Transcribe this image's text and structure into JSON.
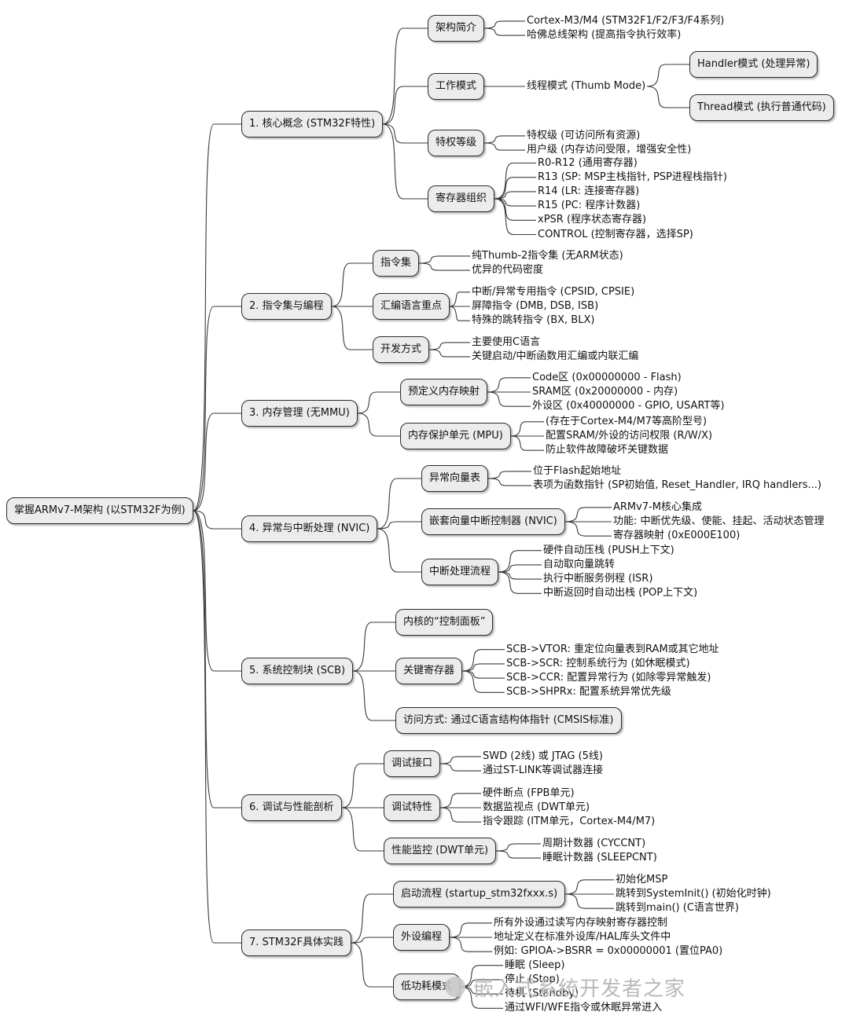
{
  "root": "掌握ARMv7-M架构 (以STM32F为例)",
  "sections": [
    {
      "label": "1. 核心概念 (STM32F特性)",
      "children": [
        {
          "label": "架构简介",
          "children": [
            {
              "label": "Cortex-M3/M4 (STM32F1/F2/F3/F4系列)"
            },
            {
              "label": "哈佛总线架构 (提高指令执行效率)"
            }
          ]
        },
        {
          "label": "工作模式",
          "children": [
            {
              "label": "线程模式 (Thumb Mode)",
              "children": [
                {
                  "label": "Handler模式 (处理异常)",
                  "boxed": true
                },
                {
                  "label": "Thread模式 (执行普通代码)",
                  "boxed": true
                }
              ]
            }
          ]
        },
        {
          "label": "特权等级",
          "children": [
            {
              "label": "特权级 (可访问所有资源)"
            },
            {
              "label": "用户级 (内存访问受限，增强安全性)"
            }
          ]
        },
        {
          "label": "寄存器组织",
          "children": [
            {
              "label": "R0-R12 (通用寄存器)"
            },
            {
              "label": "R13 (SP: MSP主栈指针, PSP进程栈指针)"
            },
            {
              "label": "R14 (LR: 连接寄存器)"
            },
            {
              "label": "R15 (PC: 程序计数器)"
            },
            {
              "label": "xPSR (程序状态寄存器)"
            },
            {
              "label": "CONTROL (控制寄存器，选择SP)"
            }
          ]
        }
      ]
    },
    {
      "label": "2. 指令集与编程",
      "children": [
        {
          "label": "指令集",
          "children": [
            {
              "label": "纯Thumb-2指令集 (无ARM状态)"
            },
            {
              "label": "优异的代码密度"
            }
          ]
        },
        {
          "label": "汇编语言重点",
          "children": [
            {
              "label": "中断/异常专用指令 (CPSID, CPSIE)"
            },
            {
              "label": "屏障指令 (DMB, DSB, ISB)"
            },
            {
              "label": "特殊的跳转指令 (BX, BLX)"
            }
          ]
        },
        {
          "label": "开发方式",
          "children": [
            {
              "label": "主要使用C语言"
            },
            {
              "label": "关键启动/中断函数用汇编或内联汇编"
            }
          ]
        }
      ]
    },
    {
      "label": "3. 内存管理 (无MMU)",
      "children": [
        {
          "label": "预定义内存映射",
          "children": [
            {
              "label": "Code区 (0x00000000 - Flash)"
            },
            {
              "label": "SRAM区 (0x20000000 - 内存)"
            },
            {
              "label": "外设区 (0x40000000 - GPIO, USART等)"
            }
          ]
        },
        {
          "label": "内存保护单元 (MPU)",
          "children": [
            {
              "label": "(存在于Cortex-M4/M7等高阶型号)"
            },
            {
              "label": "配置SRAM/外设的访问权限 (R/W/X)"
            },
            {
              "label": "防止软件故障破坏关键数据"
            }
          ]
        }
      ]
    },
    {
      "label": "4. 异常与中断处理 (NVIC)",
      "children": [
        {
          "label": "异常向量表",
          "children": [
            {
              "label": "位于Flash起始地址"
            },
            {
              "label": "表项为函数指针 (SP初始值, Reset_Handler, IRQ handlers...)"
            }
          ]
        },
        {
          "label": "嵌套向量中断控制器 (NVIC)",
          "children": [
            {
              "label": "ARMv7-M核心集成"
            },
            {
              "label": "功能: 中断优先级、使能、挂起、活动状态管理"
            },
            {
              "label": "寄存器映射 (0xE000E100)"
            }
          ]
        },
        {
          "label": "中断处理流程",
          "children": [
            {
              "label": "硬件自动压栈 (PUSH上下文)"
            },
            {
              "label": "自动取向量跳转"
            },
            {
              "label": "执行中断服务例程 (ISR)"
            },
            {
              "label": "中断返回时自动出栈 (POP上下文)"
            }
          ]
        }
      ]
    },
    {
      "label": "5. 系统控制块 (SCB)",
      "children": [
        {
          "label": "内核的“控制面板”"
        },
        {
          "label": "关键寄存器",
          "children": [
            {
              "label": "SCB->VTOR: 重定位向量表到RAM或其它地址"
            },
            {
              "label": "SCB->SCR: 控制系统行为 (如休眠模式)"
            },
            {
              "label": "SCB->CCR: 配置异常行为 (如除零异常触发)"
            },
            {
              "label": "SCB->SHPRx: 配置系统异常优先级"
            }
          ]
        },
        {
          "label": "访问方式: 通过C语言结构体指针 (CMSIS标准)"
        }
      ]
    },
    {
      "label": "6. 调试与性能剖析",
      "children": [
        {
          "label": "调试接口",
          "children": [
            {
              "label": "SWD (2线) 或 JTAG (5线)"
            },
            {
              "label": "通过ST-LINK等调试器连接"
            }
          ]
        },
        {
          "label": "调试特性",
          "children": [
            {
              "label": "硬件断点 (FPB单元)"
            },
            {
              "label": "数据监视点 (DWT单元)"
            },
            {
              "label": "指令跟踪 (ITM单元，Cortex-M4/M7)"
            }
          ]
        },
        {
          "label": "性能监控 (DWT单元)",
          "children": [
            {
              "label": "周期计数器 (CYCCNT)"
            },
            {
              "label": "睡眠计数器 (SLEEPCNT)"
            }
          ]
        }
      ]
    },
    {
      "label": "7. STM32F具体实践",
      "children": [
        {
          "label": "启动流程 (startup_stm32fxxx.s)",
          "children": [
            {
              "label": "初始化MSP"
            },
            {
              "label": "跳转到SystemInit() (初始化时钟)"
            },
            {
              "label": "跳转到main() (C语言世界)"
            }
          ]
        },
        {
          "label": "外设编程",
          "children": [
            {
              "label": "所有外设通过读写内存映射寄存器控制"
            },
            {
              "label": "地址定义在标准外设库/HAL库头文件中"
            },
            {
              "label": "例如: GPIOA->BSRR = 0x00000001 (置位PA0)"
            }
          ]
        },
        {
          "label": "低功耗模式",
          "children": [
            {
              "label": "睡眠 (Sleep)"
            },
            {
              "label": "停止 (Stop)"
            },
            {
              "label": "待机 (Standby)"
            },
            {
              "label": "通过WFI/WFE指令或休眠异常进入"
            }
          ]
        }
      ]
    }
  ],
  "watermark": "嵌入式系统开发者之家",
  "colors": {
    "box_fill": "#ececec",
    "box_border": "#2b2b2b",
    "line": "#3a3a3a",
    "watermark": "#b9b9b9"
  }
}
